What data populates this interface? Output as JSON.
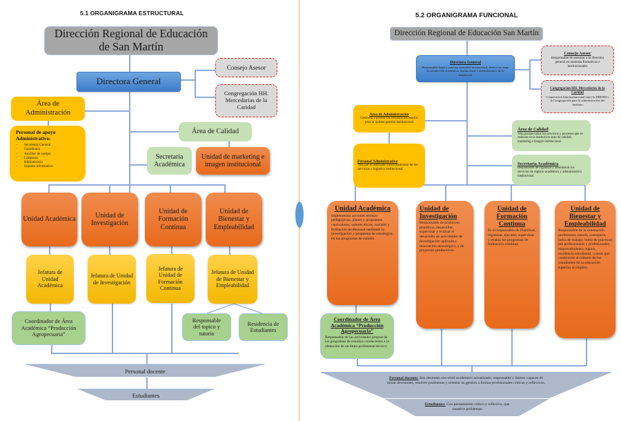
{
  "structural": {
    "title": "5.1 ORGANIGRAMA ESTRUCTURAL",
    "dre": "Dirección Regional de Educación de San Martín",
    "directora": "Directora General",
    "consejo": "Consejo Asesor",
    "congregacion": "Congregación HH. Mercedarias de la Caridad",
    "area_admin": "Área de Administración",
    "personal_apoyo": {
      "title": "Personal de apoyo Administrativo:",
      "items": [
        "Secretaria General",
        "Guardianía",
        "Auxiliar de campo",
        "Limpieza",
        "Bibliotecaria",
        "Soporte informatico"
      ]
    },
    "area_calidad": "Área de Calidad",
    "secretaria": "Secretaria Académica",
    "marketing": "Unidad de marketing e imagen institucional",
    "unidades": [
      "Unidad Académica",
      "Unidad de Investigación",
      "Unidad de Formación Continua",
      "Unidad de Bienestar y Empleabilidad"
    ],
    "jefaturas": [
      "Jefatura de Unidad Académica",
      "Jefatura de Unidad de Investigación",
      "Jefatura de Unidad de Formación Continua",
      "Jefatura de Unidad de Bienestar y Empleabilidad"
    ],
    "coordinador": "Coordinador de Área Académica “Producción Agropecuaria”",
    "responsable_topico": "Responsable del topico y tutoría",
    "residencia": "Residencia de Estudiantes",
    "personal_docente": "Personal docente",
    "estudiantes": "Estudiantes"
  },
  "functional": {
    "title": "5.2 ORGANIGRAMA FUNCIONAL",
    "dre": "Dirección Regional de Educación San Martín",
    "directora": {
      "title": "Directora General",
      "desc": "Responsable legal y máxima autoridad institucional, tiene a su cargo la conducción académica, institucional y administrativa de la institución"
    },
    "consejo": {
      "title": "Consejo Asesor",
      "desc": "Responsable de asesorar a la directora general en materias formativas e institucionales"
    },
    "congregacion": {
      "title": "Congregación HH. Mercedarias de la Caridad",
      "desc": "Cooperación Interinstitucional entre la DRESM y la Congregación para la administración del Instituto"
    },
    "area_admin": {
      "title": "Área de Administración",
      "desc": "Gestiona y provee los recursos necesarios para la óptima gestión institucional"
    },
    "personal_admin": {
      "title": "Personal Administrativo",
      "desc": "Vela por el adecuado funcionamiento de los servicios y logística institucional"
    },
    "area_calidad": {
      "title": "Área de Calidad",
      "desc": "Vela porque todos los servicios y procesos que se realizan en la institución sean de calidad, marketing e imagen institucional"
    },
    "secretaria": {
      "title": "Secretaría Académica",
      "desc": "Responsable de organizar y administrar los servicios de registro académico y administrativo institucional"
    },
    "unidades": [
      {
        "title": "Unidad Académica",
        "desc": "Implementar acciones técnico pedagógicas, planes y programas curriculares, valores éticos, sociales y formación profesional mediante la investigación y propuesta de estrategias en los programas de estudio"
      },
      {
        "title": "Unidad de Investigación",
        "desc": "Responsable de promover, planificar, desarrollar, supervisar y evaluar el desarrollo de actividades de investigación aplicada e innovación tecnológica, y de proyectos productivos."
      },
      {
        "title": "Unidad de Formación Continua",
        "desc": "Es el responsable de Planificar, organizar, ejecutar, supervisar y evalúa los programas de formación continua"
      },
      {
        "title": "Unidad de Bienestar y Empleabilidad",
        "desc": "Responsable de la orientación profesional, tutoría, consejería, bolsa de trabajo, bolsa de prácticas pre profesionales y profesionales, emprendimiento, topico, residencia estudiantil,  u otras que coadyuven al tránsito de los estudiantes de la educación superior al empleo."
      }
    ],
    "coordinador": {
      "title": "Coordinador de Área Académica “Producción Agropecuaria”",
      "desc": "Responsable de las actividades propias de los programas de estudios conducentes a la obtención de un título profesional técnico"
    },
    "personal_docente": {
      "title": "Personal docente:",
      "desc": " Son docentes con nivel académico actualizado, responsable y líderes capaces de tomar decisiones, resolver problemas y orientar su gestión a formar profesionales críticos y reflexivos."
    },
    "estudiantes": {
      "title": "Estudiantes:",
      "desc": " Con pensamiento crítico y reflexivo, que resuelve problemas"
    }
  },
  "colors": {
    "gray": "#a6a6a6",
    "blue": "#5b9bd5",
    "orange": "#ed7d31",
    "yellow": "#ffc000",
    "green": "#a9d18e",
    "dashed_border": "#e02020",
    "connector": "#8eaadb",
    "divider": "#f4a46c"
  }
}
